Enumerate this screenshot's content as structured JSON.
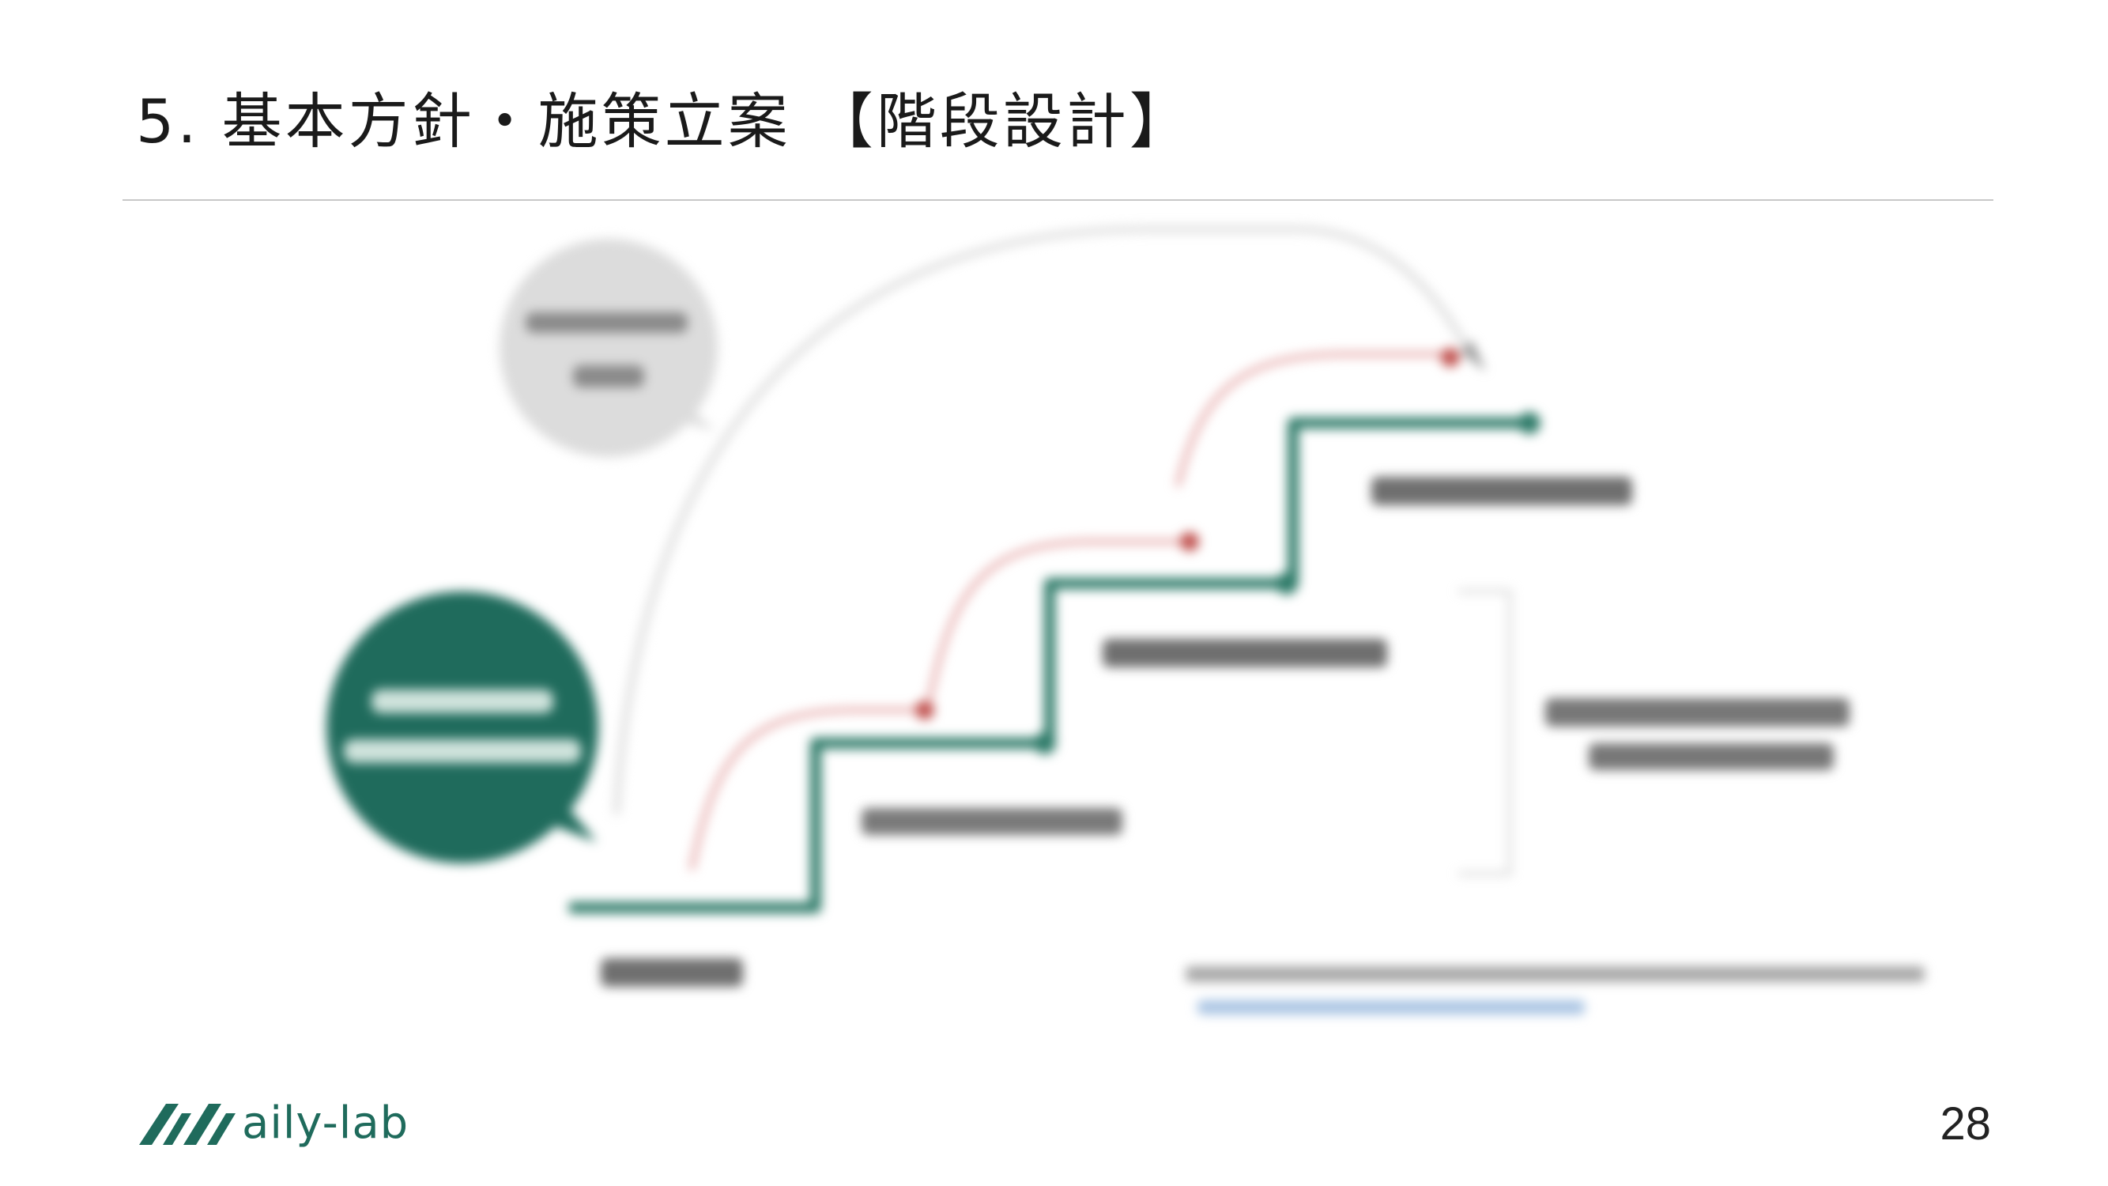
{
  "slide": {
    "title": "5. 基本方針・施策立案 【階段設計】",
    "page_number": "28"
  },
  "footer": {
    "logo_text": "aily-lab"
  },
  "colors": {
    "stair_green": "#2d7a68",
    "arrow_red": "#d98a8a",
    "gray_arc": "#e2e2e2",
    "bubble_gray": "#dedede",
    "bubble_green": "#1f6b5c",
    "logo_green": "#1f6b5c"
  }
}
